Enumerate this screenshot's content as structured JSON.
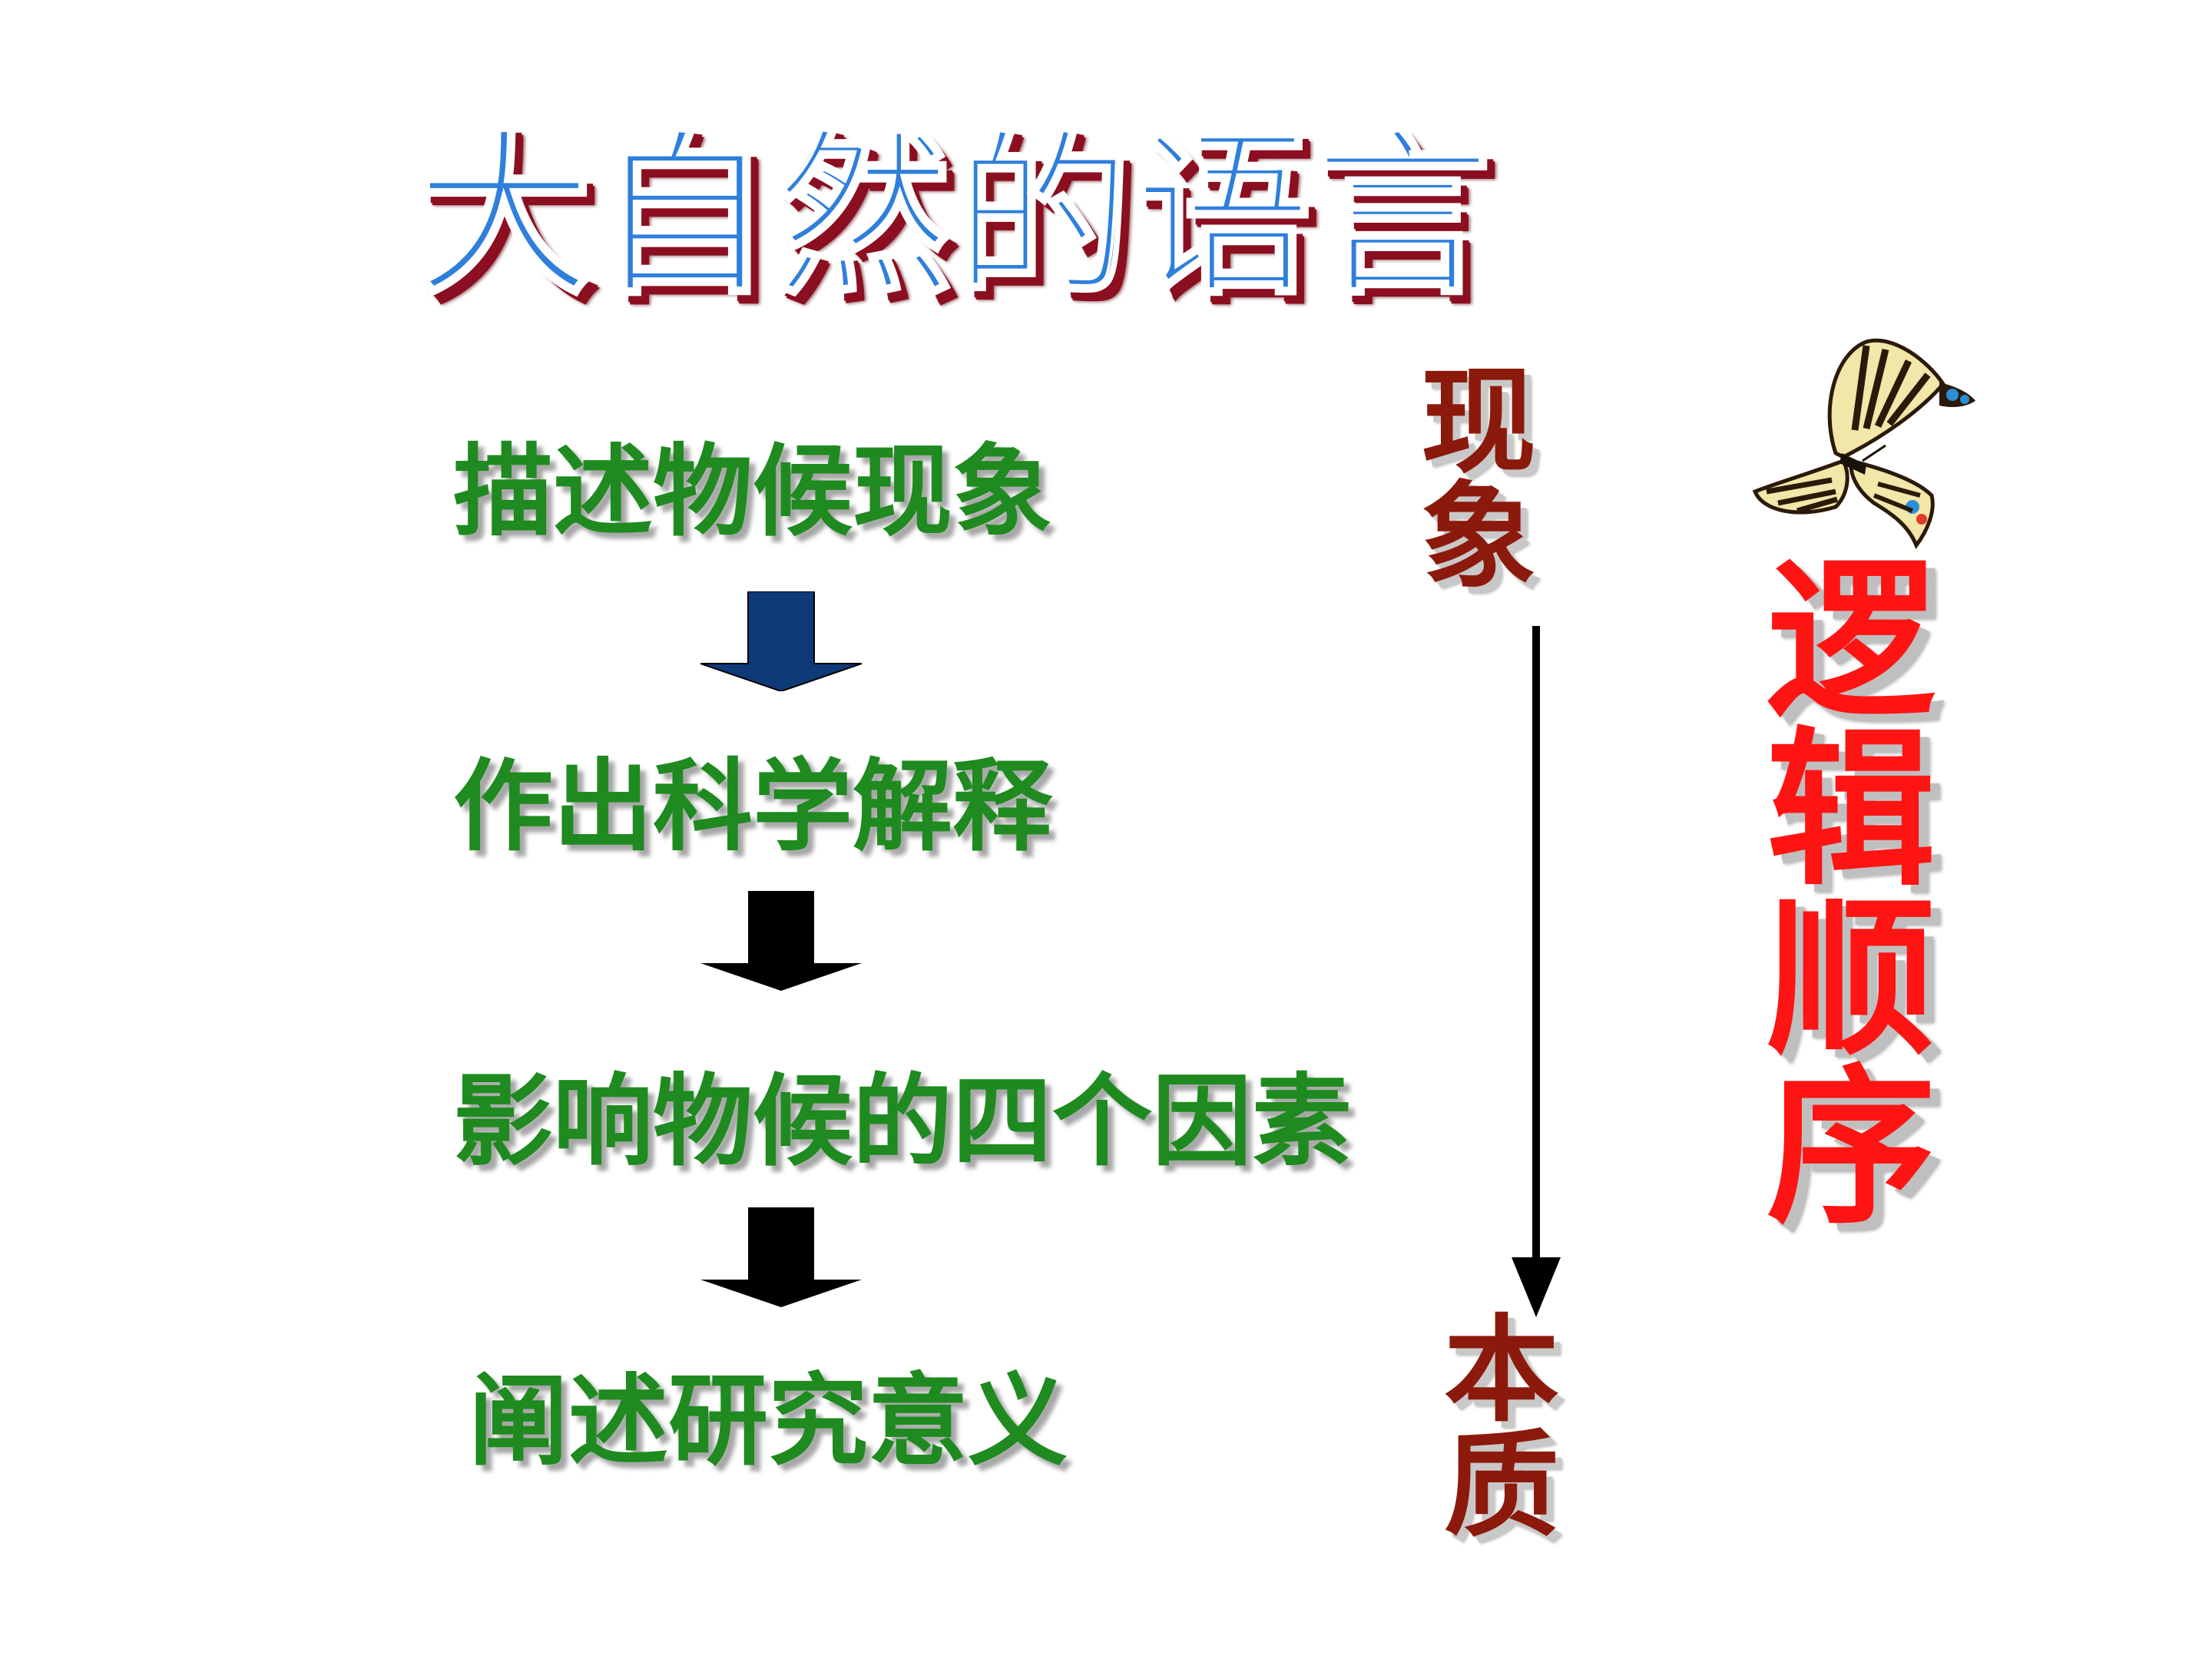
{
  "slide": {
    "title": "大自然的语言",
    "steps": [
      "描述物候现象",
      "作出科学解释",
      "影响物候的四个因素",
      "阐述研究意义"
    ],
    "phenomenon": [
      "现",
      "象"
    ],
    "essence": [
      "本",
      "质"
    ],
    "logic_order": [
      "逻",
      "辑",
      "顺",
      "序"
    ],
    "colors": {
      "title_fill": "#2f7fdc",
      "title_shadow": "#8b0f20",
      "step_text": "#1f8a1f",
      "first_arrow": "#0f3a78",
      "other_arrows": "#000000",
      "maroon_text": "#8b1a0c",
      "red_text": "#ff1414"
    },
    "icons": [
      "down-arrow-icon",
      "long-down-arrow-icon",
      "butterfly-icon"
    ]
  }
}
